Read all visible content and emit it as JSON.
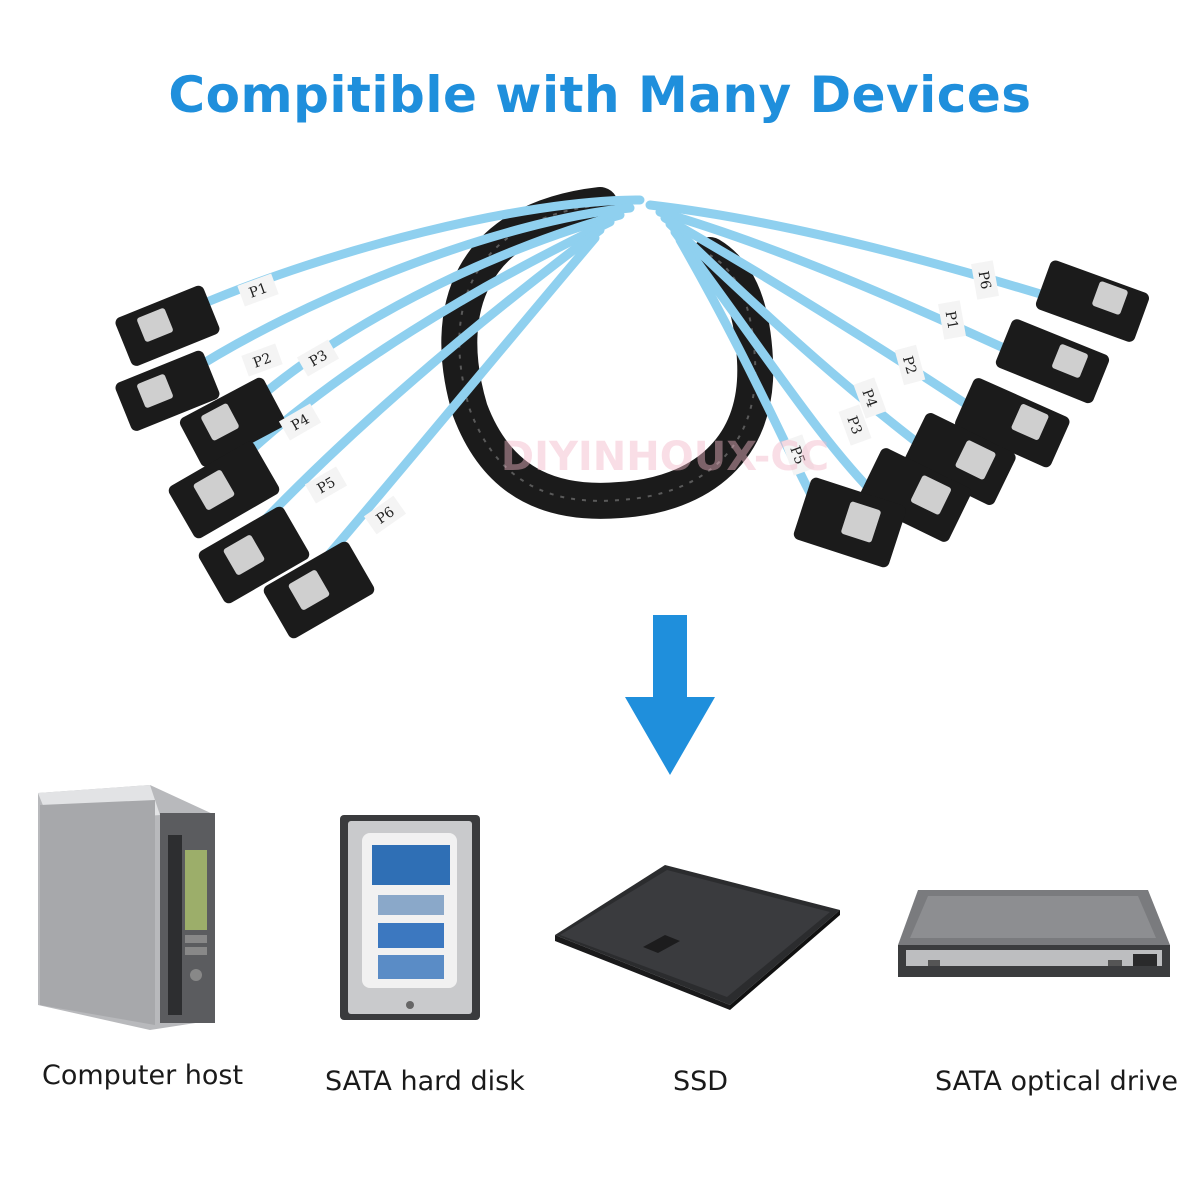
{
  "headline": "Compitible with Many Devices",
  "watermark": "DIYINHOUX-CC",
  "colors": {
    "headline": "#1f8fdc",
    "arrow": "#1f8fdc",
    "cable": "#8fd0ef",
    "connector": "#1b1b1b"
  },
  "cable": {
    "left_ports": [
      "P1",
      "P2",
      "P3",
      "P4",
      "P5",
      "P6"
    ],
    "right_ports": [
      "P6",
      "P1",
      "P2",
      "P4",
      "P3",
      "P5"
    ]
  },
  "devices": [
    {
      "label": "Computer host",
      "icon": "computer-host-icon"
    },
    {
      "label": "SATA hard disk",
      "icon": "hard-disk-icon"
    },
    {
      "label": "SSD",
      "icon": "ssd-icon"
    },
    {
      "label": "SATA optical drive",
      "icon": "optical-drive-icon"
    }
  ]
}
